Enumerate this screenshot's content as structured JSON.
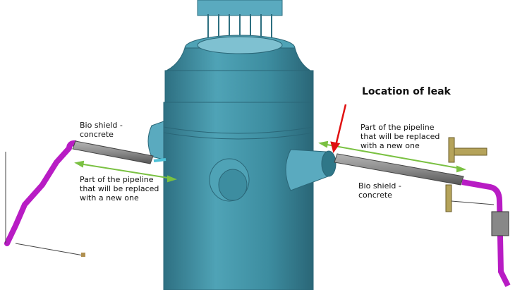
{
  "labels": {
    "leak_title": "Location of leak",
    "left_shield": "Bio shield -\nconcrete",
    "left_replace": "Part of the pipeline\nthat will be replaced\nwith a new one",
    "right_replace": "Part of the pipeline\nthat will be replaced\nwith a new one",
    "right_shield": "Bio shield -\nconcrete"
  },
  "colors": {
    "vessel": "#3f8fa2",
    "pipe_gray": "#8a8a8a",
    "pipe_magenta": "#b81cc4",
    "arrow_green": "#7ac142",
    "arrow_red": "#e01010"
  }
}
